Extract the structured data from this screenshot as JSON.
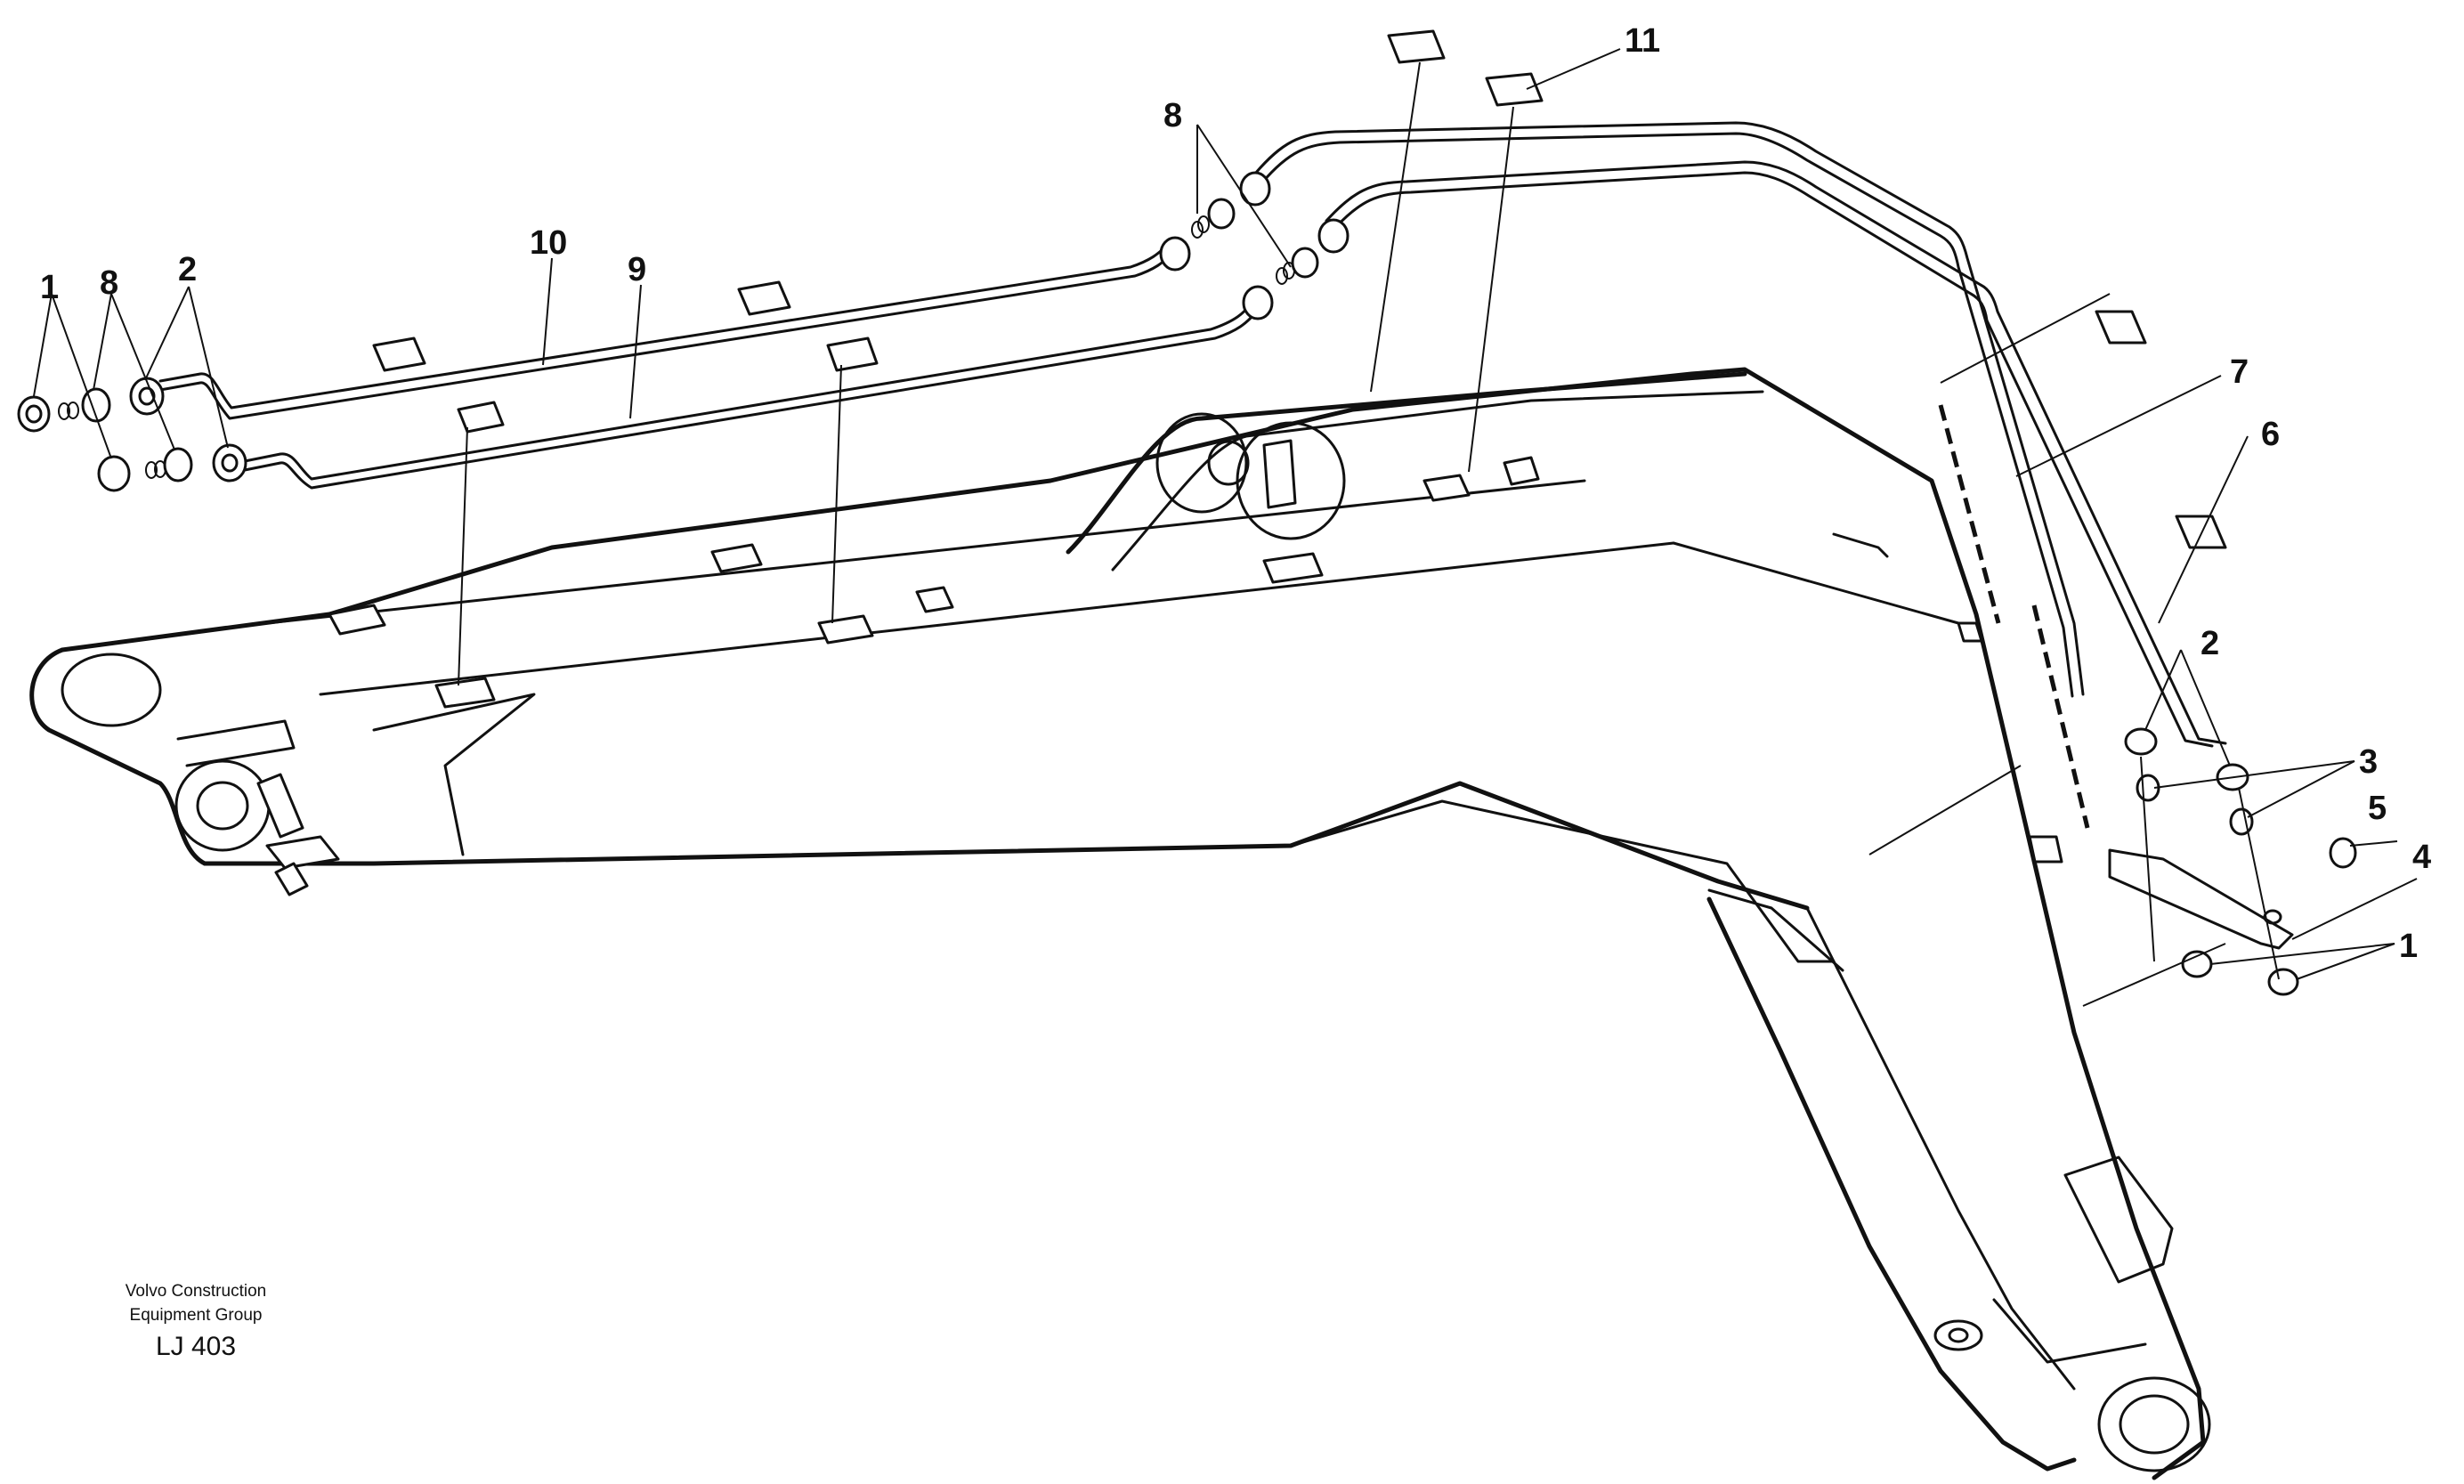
{
  "callouts": {
    "c1_left": "1",
    "c8_left": "8",
    "c2_left": "2",
    "c10": "10",
    "c9": "9",
    "c8_top": "8",
    "c11": "11",
    "c7": "7",
    "c6": "6",
    "c2_right": "2",
    "c3": "3",
    "c5": "5",
    "c4": "4",
    "c1_right": "1"
  },
  "footer": {
    "maker_line1": "Volvo Construction",
    "maker_line2": "Equipment Group",
    "drawing_ref": "LJ 403"
  }
}
